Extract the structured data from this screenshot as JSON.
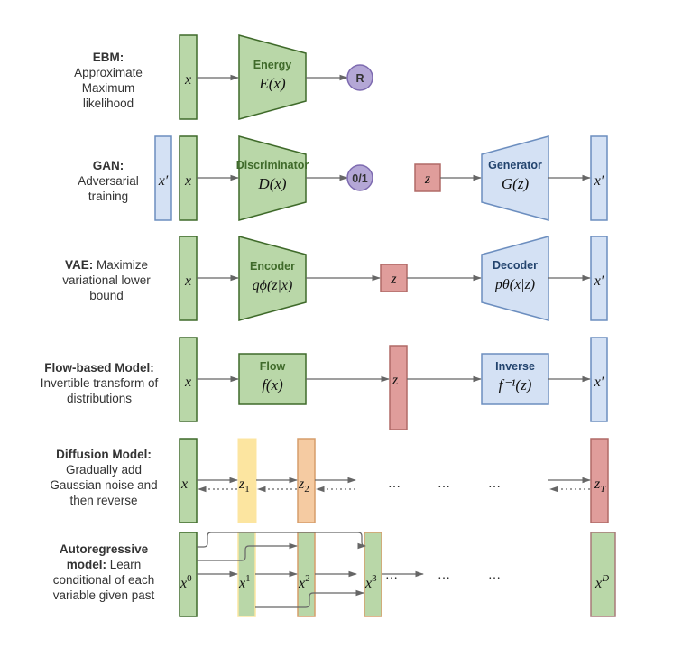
{
  "colors": {
    "green_fill": "#b9d7a8",
    "green_stroke": "#3f6a2a",
    "green_text": "#3f6a2a",
    "blue_fill": "#d4e1f4",
    "blue_stroke": "#6c8ebf",
    "blue_text": "#23446e",
    "red_fill": "#e09d9b",
    "red_stroke": "#b06a67",
    "purple_fill": "#b4a7d6",
    "purple_stroke": "#7d6ab0",
    "yellow_fill": "#fce5a0",
    "orange_fill": "#f5cba2",
    "orange_stroke": "#d69d6b",
    "arrow": "#666666"
  },
  "rows": [
    {
      "id": "ebm",
      "title": "EBM:",
      "description": "Approximate Maximum likelihood",
      "input": "x",
      "block_name": "Energy",
      "block_func": "E(x)",
      "output": "R"
    },
    {
      "id": "gan",
      "title": "GAN:",
      "description": "Adversarial training",
      "fake_input": "x′",
      "input": "x",
      "block_name": "Discriminator",
      "block_func": "D(x)",
      "output": "0/1",
      "latent": "z",
      "gen_name": "Generator",
      "gen_func": "G(z)",
      "gen_output": "x′"
    },
    {
      "id": "vae",
      "title": "VAE:",
      "description": "Maximize variational lower bound",
      "input": "x",
      "block_name": "Encoder",
      "block_func": "qϕ(z|x)",
      "latent": "z",
      "dec_name": "Decoder",
      "dec_func": "pθ(x|z)",
      "output": "x′"
    },
    {
      "id": "flow",
      "title": "Flow-based Model:",
      "description": "Invertible transform of distributions",
      "input": "x",
      "block_name": "Flow",
      "block_func": "f(x)",
      "latent": "z",
      "inv_name": "Inverse",
      "inv_func": "f⁻¹(z)",
      "output": "x′"
    },
    {
      "id": "diffusion",
      "title": "Diffusion Model:",
      "description": "Gradually add Gaussian noise and then reverse",
      "states": [
        "x",
        "z₁",
        "z₂",
        "z_T"
      ],
      "ellipsis": [
        "…",
        "…",
        "…"
      ]
    },
    {
      "id": "autoregressive",
      "title": "Autoregressive model:",
      "description": "Learn conditional of each variable given past",
      "states": [
        "x⁰",
        "x¹",
        "x²",
        "x³",
        "xᴰ"
      ],
      "ellipsis": [
        "…",
        "…",
        "…"
      ]
    }
  ],
  "label_lines": {
    "ebm": [
      "Approximate",
      "Maximum",
      "likelihood"
    ],
    "gan": [
      "Adversarial",
      "training"
    ],
    "vae": [
      "Maximize",
      "variational lower",
      "bound"
    ],
    "flow": [
      "Invertible transform of",
      "distributions"
    ],
    "diffusion": [
      "Gradually add",
      "Gaussian noise and",
      "then reverse"
    ],
    "autoregressive": [
      "model:",
      "Learn",
      "conditional of each",
      "variable given past"
    ]
  }
}
